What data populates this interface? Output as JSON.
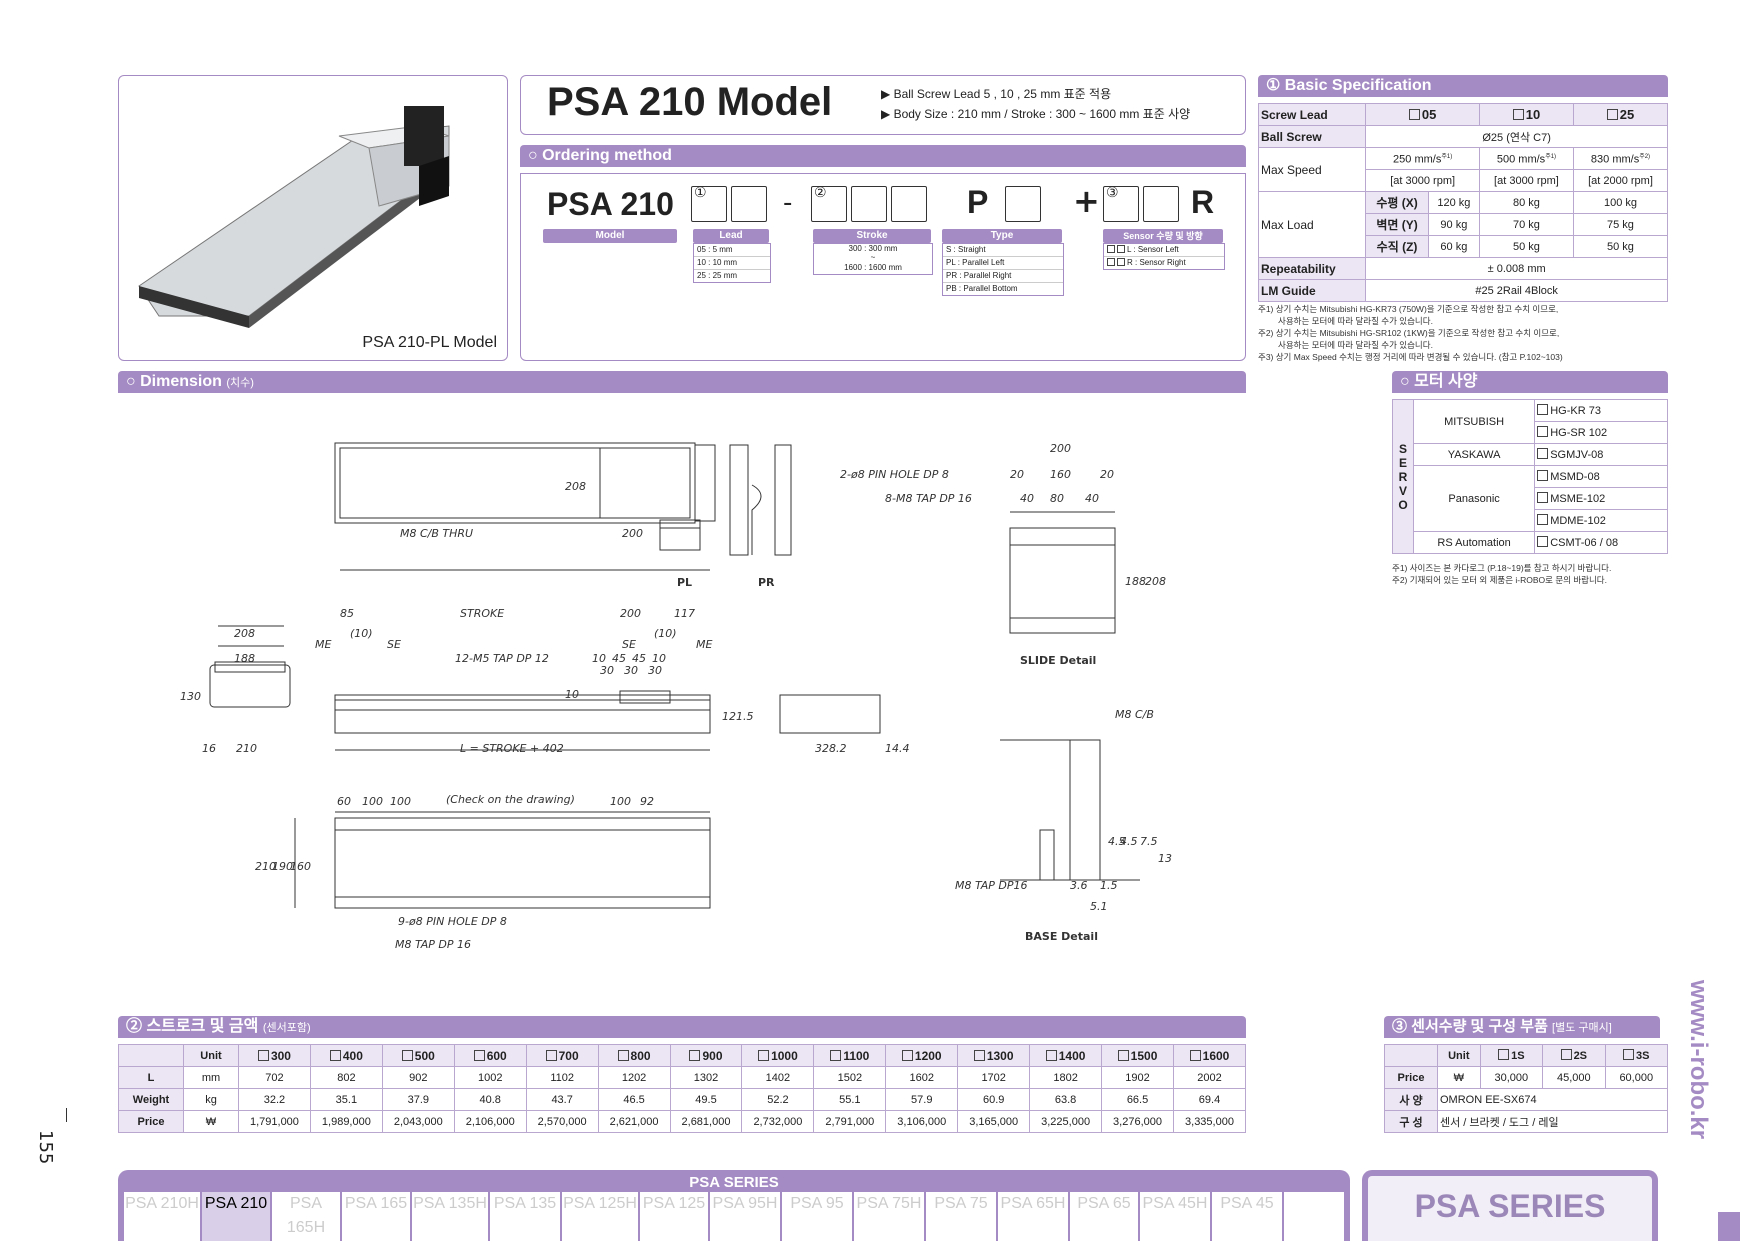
{
  "product_image_caption": "PSA 210-PL Model",
  "model_title": "PSA 210 Model",
  "bullets": [
    "▶ Ball Screw Lead 5 , 10 , 25 mm 표준 적용",
    "▶ Body Size : 210 mm / Stroke : 300 ~ 1600 mm 표준 사양"
  ],
  "ordering": {
    "header": "○ Ordering method",
    "model_code": "PSA 210",
    "dash": "-",
    "p": "P",
    "plus": "+",
    "r": "R",
    "circle1": "①",
    "circle2": "②",
    "circle3": "③",
    "labels": {
      "model": "Model",
      "lead": "Lead",
      "stroke": "Stroke",
      "type": "Type",
      "sensor": "Sensor 수량 및 방향"
    },
    "lead_options": [
      "05 : 5 mm",
      "10 : 10 mm",
      "25 : 25 mm"
    ],
    "stroke_options": [
      "300 : 300 mm",
      "~",
      "1600 : 1600 mm"
    ],
    "type_options": [
      "S : Straight",
      "PL : Parallel Left",
      "PR : Parallel Right",
      "PB : Parallel Bottom"
    ],
    "sensor_options": [
      "L : Sensor Left",
      "R : Sensor Right"
    ]
  },
  "basic_spec": {
    "header": "① Basic Specification",
    "screw_lead_label": "Screw Lead",
    "leads": [
      "05",
      "10",
      "25"
    ],
    "ball_screw_label": "Ball Screw",
    "ball_screw_value": "Ø25 (연삭 C7)",
    "max_speed_label": "Max Speed",
    "speeds": [
      "250 mm/s",
      "500 mm/s",
      "830 mm/s"
    ],
    "speed_notes": [
      "주1)",
      "주1)",
      "주2)"
    ],
    "rpms": [
      "[at 3000 rpm]",
      "[at 3000 rpm]",
      "[at 2000 rpm]"
    ],
    "max_load_label": "Max Load",
    "load_rows": [
      {
        "label": "수평 (X)",
        "values": [
          "120 kg",
          "80 kg",
          "100 kg"
        ]
      },
      {
        "label": "벽면 (Y)",
        "values": [
          "90 kg",
          "70 kg",
          "75 kg"
        ]
      },
      {
        "label": "수직 (Z)",
        "values": [
          "60 kg",
          "50 kg",
          "50 kg"
        ]
      }
    ],
    "repeatability_label": "Repeatability",
    "repeatability_value": "± 0.008 mm",
    "lm_guide_label": "LM Guide",
    "lm_guide_value": "#25 2Rail 4Block",
    "notes": [
      "주1) 상기 수치는 Mitsubishi HG-KR73 (750W)을 기준으로 작성한 참고 수치 이므로,",
      "사용하는 모터에 따라 달라질 수가 있습니다.",
      "주2) 상기 수치는 Mitsubishi HG-SR102 (1KW)을 기준으로 작성한 참고 수치 이므로,",
      "사용하는 모터에 따라 달라질 수가 있습니다.",
      "주3) 상기 Max Speed 수치는 행정 거리에 따라 변경될 수 있습니다. (참고 P.102~103)"
    ]
  },
  "motor": {
    "header": "○ 모터 사양",
    "servo": [
      "S",
      "E",
      "R",
      "V",
      "O"
    ],
    "makers": [
      "MITSUBISH",
      "YASKAWA",
      "Panasonic",
      "RS Automation"
    ],
    "models": [
      "HG-KR 73",
      "HG-SR 102",
      "SGMJV-08",
      "MSMD-08",
      "MSME-102",
      "MDME-102",
      "CSMT-06 / 08"
    ],
    "notes": [
      "주1) 사이즈는 본 카다로그 (P.18~19)를 참고 하시기 바랍니다.",
      "주2) 기재되어 있는 모터 외 제품은 i-ROBO로 문의 바랍니다."
    ]
  },
  "dimension": {
    "header": "○ Dimension",
    "header_small": "(치수)",
    "labels": [
      "M8 C/B THRU",
      "208",
      "200",
      "PL",
      "PR",
      "2-ø8 PIN HOLE DP 8",
      "8-M8 TAP DP 16",
      "200",
      "20",
      "160",
      "20",
      "40",
      "80",
      "40",
      "188",
      "208",
      "SLIDE Detail",
      "85",
      "STROKE",
      "200",
      "117",
      "(10)",
      "(10)",
      "ME",
      "SE",
      "SE",
      "ME",
      "12-M5 TAP DP 12",
      "10",
      "45",
      "45",
      "10",
      "30",
      "30",
      "30",
      "10",
      "208",
      "188",
      "130",
      "16",
      "210",
      "L = STROKE + 402",
      "121.5",
      "328.2",
      "14.4",
      "M8 C/B",
      "60",
      "100",
      "100",
      "(Check on the drawing)",
      "100",
      "92",
      "210",
      "190",
      "160",
      "9-ø8 PIN HOLE DP 8",
      "M8 TAP DP 16",
      "M8 TAP DP16",
      "3.6",
      "1.5",
      "5.1",
      "4.5",
      "4.5",
      "7.5",
      "13",
      "BASE Detail"
    ]
  },
  "stroke_price": {
    "header": "② 스트로크 및 금액",
    "header_small": "(센서포함)",
    "unit_label": "Unit",
    "strokes": [
      "300",
      "400",
      "500",
      "600",
      "700",
      "800",
      "900",
      "1000",
      "1100",
      "1200",
      "1300",
      "1400",
      "1500",
      "1600"
    ],
    "rows": [
      {
        "label": "L",
        "unit": "mm",
        "values": [
          "702",
          "802",
          "902",
          "1002",
          "1102",
          "1202",
          "1302",
          "1402",
          "1502",
          "1602",
          "1702",
          "1802",
          "1902",
          "2002"
        ]
      },
      {
        "label": "Weight",
        "unit": "kg",
        "values": [
          "32.2",
          "35.1",
          "37.9",
          "40.8",
          "43.7",
          "46.5",
          "49.5",
          "52.2",
          "55.1",
          "57.9",
          "60.9",
          "63.8",
          "66.5",
          "69.4"
        ]
      },
      {
        "label": "Price",
        "unit": "₩",
        "values": [
          "1,791,000",
          "1,989,000",
          "2,043,000",
          "2,106,000",
          "2,570,000",
          "2,621,000",
          "2,681,000",
          "2,732,000",
          "2,791,000",
          "3,106,000",
          "3,165,000",
          "3,225,000",
          "3,276,000",
          "3,335,000"
        ]
      }
    ]
  },
  "sensor": {
    "header": "③ 센서수량 및 구성 부품",
    "header_small": "[별도 구매시]",
    "unit_label": "Unit",
    "cols": [
      "1S",
      "2S",
      "3S"
    ],
    "price_label": "Price",
    "price_unit": "₩",
    "prices": [
      "30,000",
      "45,000",
      "60,000"
    ],
    "spec_label": "사 양",
    "spec_value": "OMRON  EE-SX674",
    "comp_label": "구 성",
    "comp_value": "센서 / 브라켓 / 도그 / 레일"
  },
  "footer": {
    "series_label": "PSA SERIES",
    "tabs": [
      "PSA 210H",
      "PSA 210",
      "PSA 165H",
      "PSA 165",
      "PSA 135H",
      "PSA 135",
      "PSA 125H",
      "PSA 125",
      "PSA 95H",
      "PSA 95",
      "PSA 75H",
      "PSA 75",
      "PSA 65H",
      "PSA 65",
      "PSA 45H",
      "PSA 45"
    ],
    "active_tab": "PSA 210",
    "series_big": "PSA SERIES",
    "page_number": "155",
    "website": "www.i-robo.kr"
  },
  "colors": {
    "accent": "#a58bc3",
    "header_fill": "#ece6f4"
  }
}
